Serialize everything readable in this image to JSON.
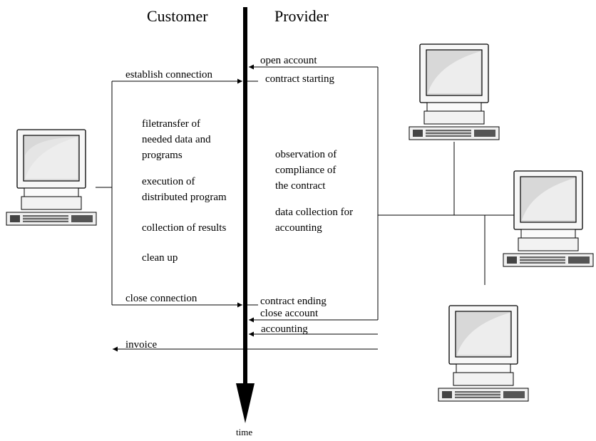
{
  "headers": {
    "customer": "Customer",
    "provider": "Provider"
  },
  "messages": {
    "open_account": "open account",
    "establish_connection": "establish connection",
    "contract_starting": "contract starting",
    "close_connection": "close connection",
    "contract_ending": "contract ending",
    "close_account": "close account",
    "accounting": "accounting",
    "invoice": "invoice"
  },
  "customer_steps": {
    "filetransfer": [
      "filetransfer of",
      "needed data and",
      "programs"
    ],
    "execution": [
      "execution of",
      "distributed program"
    ],
    "collection": "collection of results",
    "cleanup": "clean up"
  },
  "provider_steps": {
    "observation": [
      "observation of",
      "compliance of",
      "the contract"
    ],
    "data_collection": [
      "data collection for",
      "accounting"
    ]
  },
  "timeline": {
    "label": "time"
  },
  "computers": [
    {
      "id": "customer"
    },
    {
      "id": "provider-1"
    },
    {
      "id": "provider-2"
    },
    {
      "id": "provider-3"
    }
  ]
}
